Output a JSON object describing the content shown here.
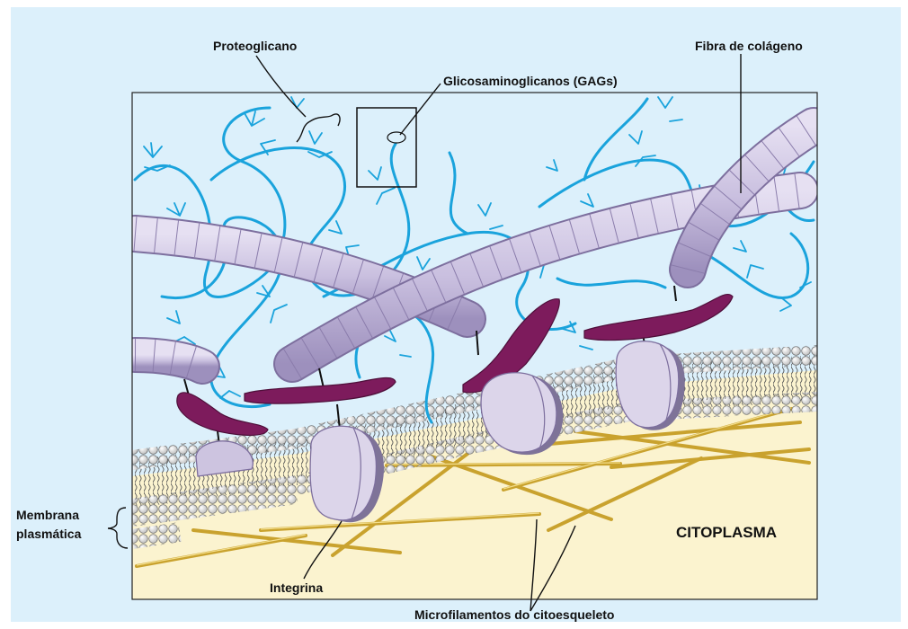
{
  "labels": {
    "proteoglycan": "Proteoglicano",
    "gags": "Glicosaminoglicanos (GAGs)",
    "collagen": "Fibra de colágeno",
    "membrane_line1": "Membrana",
    "membrane_line2": "plasmática",
    "integrin": "Integrina",
    "cytoplasm": "CITOPLASMA",
    "microfilaments": "Microfilamentos do citoesqueleto"
  },
  "colors": {
    "background": "#dcf0fb",
    "cytoplasm": "#fbf3cf",
    "gag_blue": "#1aa3dc",
    "collagen": "#c9bfdf",
    "linker_purple": "#7d1b5c",
    "integrin": "#dcd5ea",
    "microfilament": "#d9b43c"
  }
}
